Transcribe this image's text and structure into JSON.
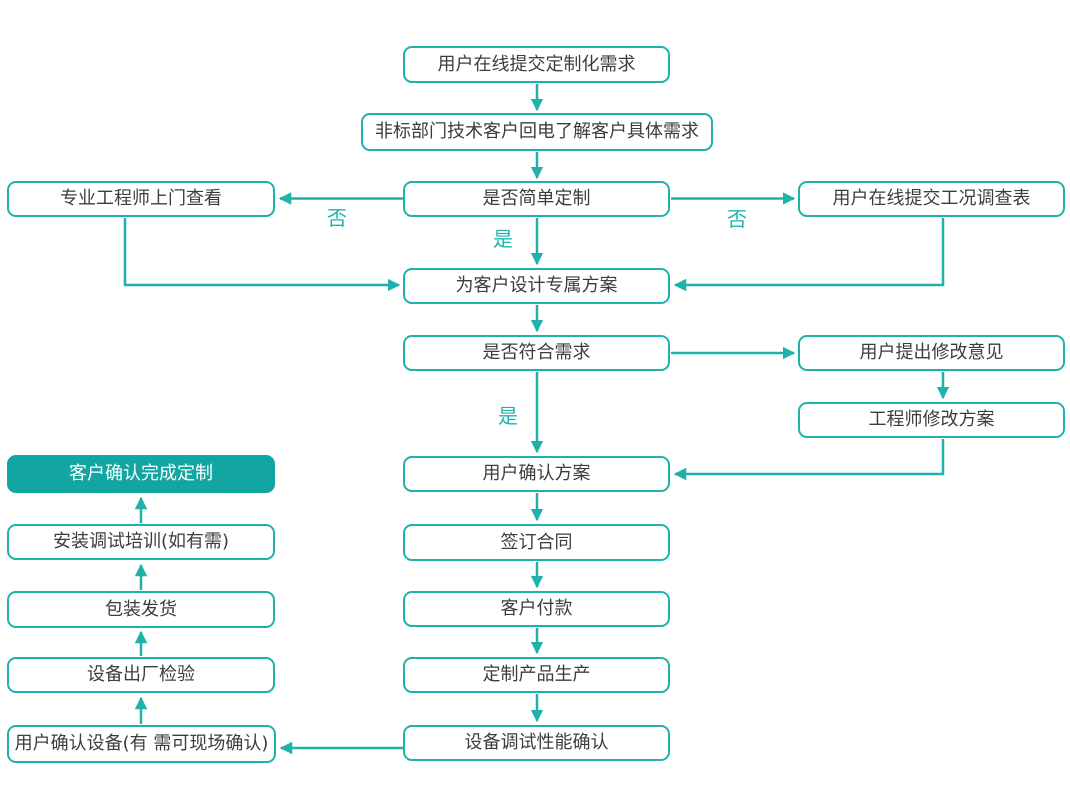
{
  "diagram": {
    "type": "flowchart",
    "colors": {
      "stroke": "#1fb2aa",
      "node_border": "#1fb2aa",
      "node_fill": "#ffffff",
      "node_text": "#3d3d3d",
      "highlight_fill": "#12a5a2",
      "highlight_text": "#ffffff",
      "edge_label": "#1db6ae"
    },
    "nodes": {
      "submit_request": {
        "label": "用户在线提交定制化需求"
      },
      "callback": {
        "label": "非标部门技术客户回电了解客户具体需求"
      },
      "is_simple": {
        "label": "是否简单定制"
      },
      "engineer_visit": {
        "label": "专业工程师上门查看"
      },
      "survey_form": {
        "label": "用户在线提交工况调查表"
      },
      "design_plan": {
        "label": "为客户设计专属方案"
      },
      "meets_need": {
        "label": "是否符合需求"
      },
      "user_feedback": {
        "label": "用户提出修改意见"
      },
      "engineer_revise": {
        "label": "工程师修改方案"
      },
      "confirm_plan": {
        "label": "用户确认方案"
      },
      "sign_contract": {
        "label": "签订合同"
      },
      "payment": {
        "label": "客户付款"
      },
      "production": {
        "label": "定制产品生产"
      },
      "debug_confirm": {
        "label": "设备调试性能确认"
      },
      "user_confirm_device": {
        "label": "用户确认设备(有 需可现场确认)"
      },
      "factory_inspection": {
        "label": "设备出厂检验"
      },
      "shipping": {
        "label": "包装发货"
      },
      "install_training": {
        "label": "安装调试培训(如有需)"
      },
      "complete": {
        "label": "客户确认完成定制"
      }
    },
    "edge_labels": {
      "no_left": "否",
      "no_right": "否",
      "yes_down": "是",
      "yes_meets": "是"
    }
  }
}
